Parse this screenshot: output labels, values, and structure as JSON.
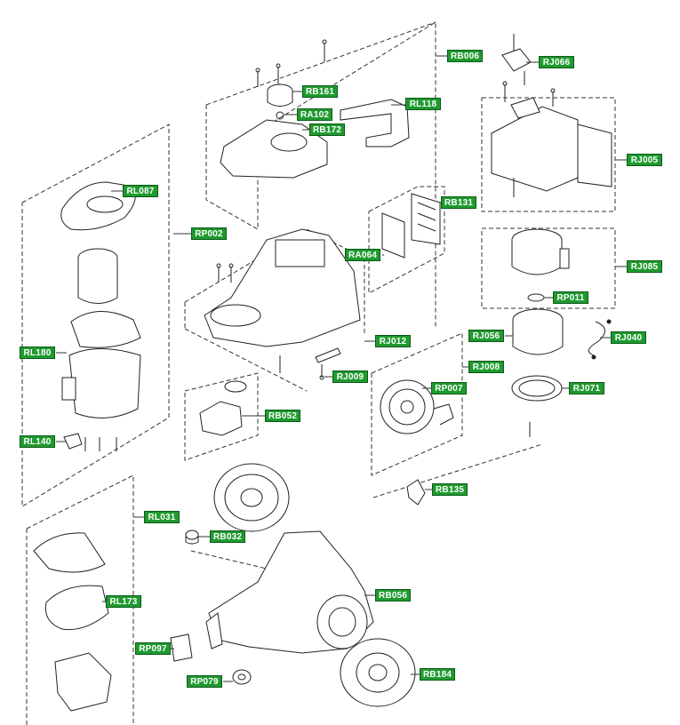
{
  "diagram": {
    "accent_color": "#1f9a2f",
    "labels": {
      "RB006": "RB006",
      "RJ066": "RJ066",
      "RB161": "RB161",
      "RA102": "RA102",
      "RL118": "RL118",
      "RB172": "RB172",
      "RJ005": "RJ005",
      "RL087": "RL087",
      "RB131": "RB131",
      "RP002": "RP002",
      "RA064": "RA064",
      "RJ085": "RJ085",
      "RP011": "RP011",
      "RL180": "RL180",
      "RJ012": "RJ012",
      "RJ056": "RJ056",
      "RJ040": "RJ040",
      "RJ009": "RJ009",
      "RJ008": "RJ008",
      "RP007": "RP007",
      "RJ071": "RJ071",
      "RB052": "RB052",
      "RL140": "RL140",
      "RB135": "RB135",
      "RL031": "RL031",
      "RB032": "RB032",
      "RB056": "RB056",
      "RL173": "RL173",
      "RP097": "RP097",
      "RB184": "RB184",
      "RP079": "RP079"
    }
  }
}
